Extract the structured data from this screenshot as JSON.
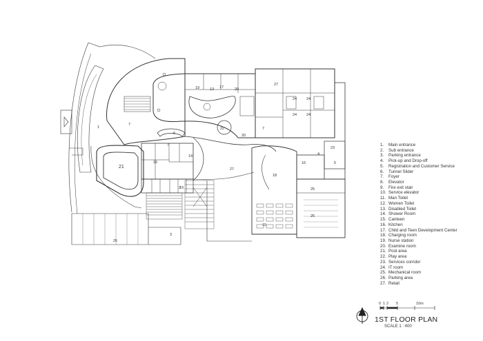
{
  "legend": [
    {
      "n": "1.",
      "label": "Main entrance"
    },
    {
      "n": "2.",
      "label": "Sub entrance"
    },
    {
      "n": "3.",
      "label": "Parking entrance"
    },
    {
      "n": "4.",
      "label": "Pick-up and Drop-off"
    },
    {
      "n": "5.",
      "label": "Registration and Customer Service"
    },
    {
      "n": "6.",
      "label": "Tunnel Slider"
    },
    {
      "n": "7.",
      "label": "Foyer"
    },
    {
      "n": "8.",
      "label": "Elevator"
    },
    {
      "n": "9.",
      "label": "Fire exit stair"
    },
    {
      "n": "10.",
      "label": "Service elevator"
    },
    {
      "n": "11.",
      "label": "Man Toilet"
    },
    {
      "n": "12.",
      "label": "Women Toilet"
    },
    {
      "n": "13.",
      "label": "Disabled Toilet"
    },
    {
      "n": "14.",
      "label": "Shower Room"
    },
    {
      "n": "15.",
      "label": "Canteen"
    },
    {
      "n": "16.",
      "label": "Kitchen"
    },
    {
      "n": "17.",
      "label": "Child and Teen Development Center"
    },
    {
      "n": "18.",
      "label": "Charging room"
    },
    {
      "n": "19.",
      "label": "Nurse station"
    },
    {
      "n": "20.",
      "label": "Examine room"
    },
    {
      "n": "21.",
      "label": "Pool area"
    },
    {
      "n": "22.",
      "label": "Play area"
    },
    {
      "n": "23.",
      "label": "Services corridor"
    },
    {
      "n": "24.",
      "label": "IT room"
    },
    {
      "n": "25.",
      "label": "Mechanical room"
    },
    {
      "n": "26.",
      "label": "Parking area"
    },
    {
      "n": "27.",
      "label": "Retail"
    }
  ],
  "title": "1ST FLOOR PLAN",
  "scale": "SCALE 1 : 400",
  "scale_bar": {
    "t0": "0",
    "t1": "1",
    "t2": "2",
    "t5": "5",
    "t10": "10m"
  },
  "rooms": {
    "r1": "1",
    "r2": "2",
    "r3": "3",
    "r4": "4",
    "r5": "5",
    "r6": "6",
    "r7a": "7",
    "r7b": "7",
    "r7c": "7",
    "r13": "13",
    "r14": "14",
    "r15": "15",
    "r16a": "16",
    "r16b": "16",
    "r17": "17",
    "r18": "18",
    "r19a": "19",
    "r19b": "19",
    "r20a": "20",
    "r20b": "20",
    "r21": "21",
    "r22": "22",
    "r23": "23",
    "r24a": "24",
    "r24b": "24",
    "r24c": "24",
    "r24d": "24",
    "r25a": "25",
    "r25b": "25",
    "r26": "26",
    "r27a": "27",
    "r27b": "27"
  }
}
